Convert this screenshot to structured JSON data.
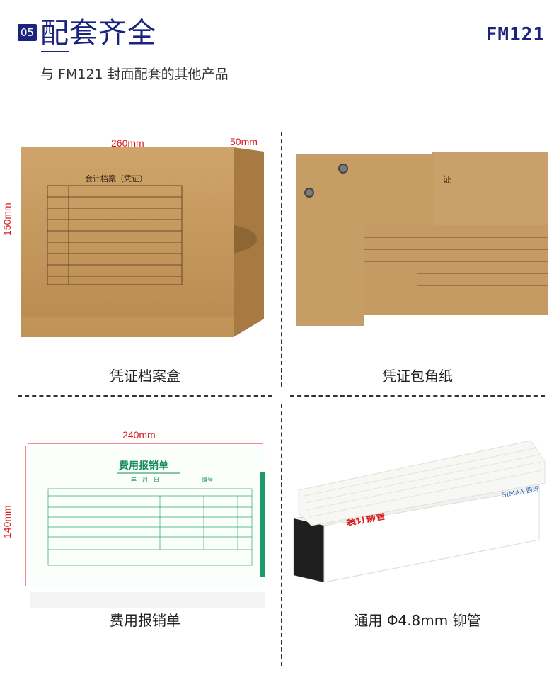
{
  "header": {
    "badge": "05",
    "title": "配套齐全",
    "model": "FM121",
    "subtitle": "与 FM121 封面配套的其他产品"
  },
  "products": [
    {
      "caption": "凭证档案盒",
      "dims": {
        "width": "260mm",
        "depth": "50mm",
        "height": "150mm"
      },
      "box_title": "会计档案（凭证）"
    },
    {
      "caption": "凭证包角纸",
      "corner_text": "证"
    },
    {
      "caption": "费用报销单",
      "dims": {
        "width": "240mm",
        "height": "140mm"
      },
      "form_title": "费用报销单",
      "form_date": "年　月　日",
      "form_no": "编号"
    },
    {
      "caption": "通用 Φ4.8mm 铆管",
      "box_label": "装订铆管",
      "brand": "SIMAA 西玛"
    }
  ]
}
